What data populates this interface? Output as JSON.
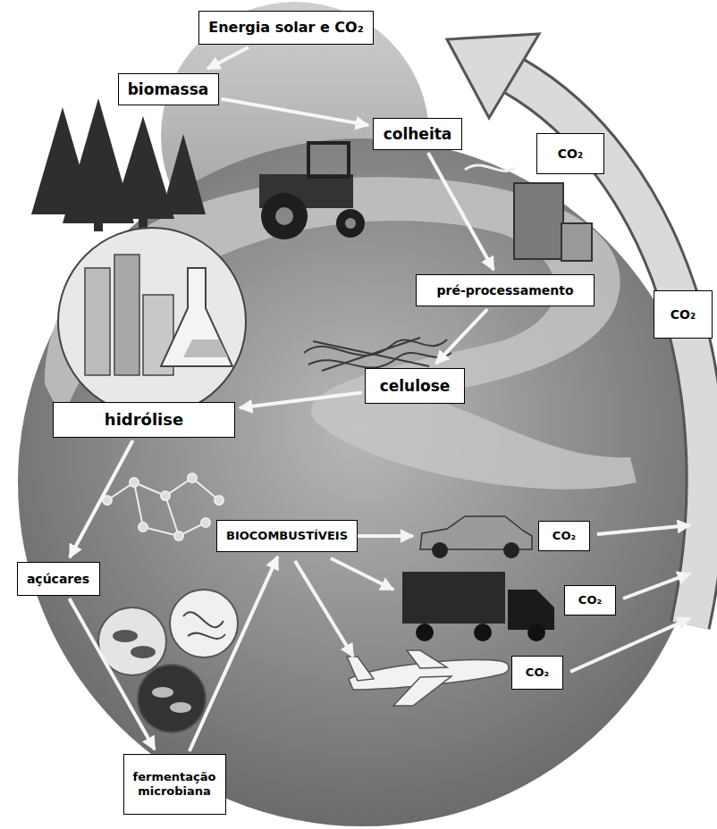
{
  "diagram": {
    "nodes": [
      {
        "text": [
          "Energia solar e CO₂"
        ]
      },
      {
        "text": [
          "biomassa"
        ]
      },
      {
        "text": [
          "colheita"
        ]
      },
      {
        "text": [
          "CO₂"
        ]
      },
      {
        "text": [
          "pré-processamento"
        ]
      },
      {
        "text": [
          "CO₂"
        ]
      },
      {
        "text": [
          "celulose"
        ]
      },
      {
        "text": [
          "hidrólise"
        ]
      },
      {
        "text": [
          "BIOCOMBUSTÍVEIS"
        ]
      },
      {
        "text": [
          "CO₂"
        ]
      },
      {
        "text": [
          "açúcares"
        ]
      },
      {
        "text": [
          "CO₂"
        ]
      },
      {
        "text": [
          "CO₂"
        ]
      },
      {
        "text": [
          "fermentação microbiana"
        ]
      }
    ],
    "edges": [
      {
        "from": 0,
        "to": 1,
        "arrow": "to"
      },
      {
        "from": 1,
        "to": 2,
        "arrow": "to"
      },
      {
        "from": 2,
        "to": 4,
        "arrow": "to"
      },
      {
        "from": 4,
        "to": 6,
        "arrow": "to"
      },
      {
        "from": 6,
        "to": 7,
        "arrow": "to"
      },
      {
        "from": 7,
        "to": 10,
        "arrow": "to"
      },
      {
        "from": 10,
        "to": 13,
        "arrow": "to"
      },
      {
        "from": 13,
        "to": 8,
        "arrow": "to"
      }
    ]
  }
}
